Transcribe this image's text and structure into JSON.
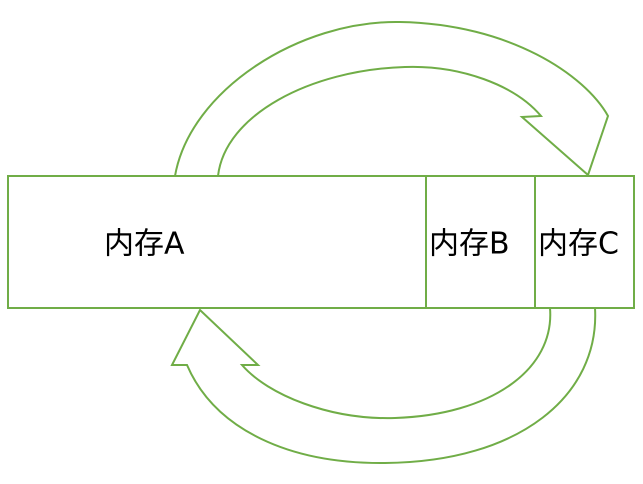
{
  "diagram": {
    "blocks": [
      {
        "id": "a",
        "label": "内存A"
      },
      {
        "id": "b",
        "label": "内存B"
      },
      {
        "id": "c",
        "label": "内存C"
      }
    ],
    "colors": {
      "stroke": "#70ad47",
      "fill": "#ffffff",
      "text": "#000000"
    }
  }
}
